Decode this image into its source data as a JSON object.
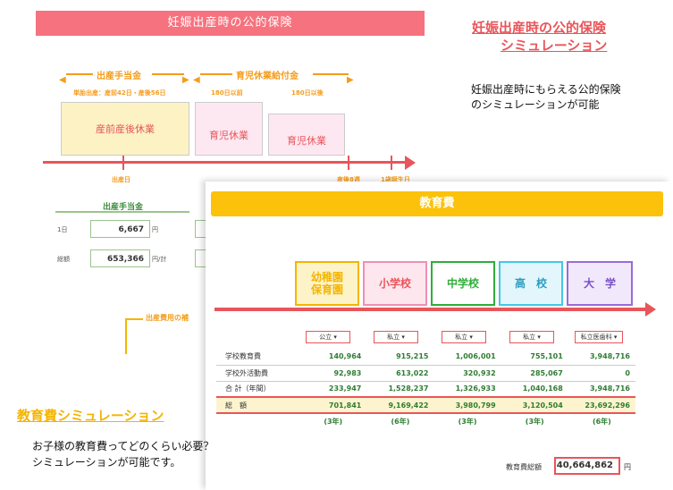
{
  "maternity": {
    "header": "妊娠出産時の公的保険",
    "phase_birth": "出産手当金",
    "phase_childcare": "育児休業給付金",
    "sub_birth": "単胎出産：産前42日・産後56日",
    "sub_180a": "180日以前",
    "sub_180b": "180日以後",
    "box_prepost": "産前産後休業",
    "box_childcare1": "育児休業",
    "box_childcare2": "育児休業",
    "tick_birth": "出産日",
    "tick_8w": "産後8週",
    "tick_1y": "1歳誕生日",
    "calc_title": "出産手当金",
    "calc_rows": [
      {
        "label": "1日",
        "value": "6,667",
        "unit": "円"
      },
      {
        "label": "総額",
        "value": "653,366",
        "unit": "円/計"
      }
    ],
    "callout": "出産費用の補"
  },
  "education": {
    "header": "教育費",
    "stages": [
      "幼稚園\n保育園",
      "小学校",
      "中学校",
      "高　校",
      "大　学"
    ],
    "stage_colors": [
      "#f5b400",
      "#ef8fb5",
      "#2fae3a",
      "#44c8e6",
      "#9a6bd8"
    ],
    "stage_bg": [
      "#fdf3c8",
      "#fde6ee",
      "#ffffff",
      "#e3f6fb",
      "#f1e9fb"
    ],
    "selects": [
      "公立",
      "私立",
      "私立",
      "私立",
      "私立医歯科"
    ],
    "rows": [
      {
        "label": "学校教育費",
        "values": [
          "140,964",
          "915,215",
          "1,006,001",
          "755,101",
          "3,948,716"
        ]
      },
      {
        "label": "学校外活動費",
        "values": [
          "92,983",
          "613,022",
          "320,932",
          "285,067",
          "0"
        ]
      },
      {
        "label": "合 計（年間）",
        "values": [
          "233,947",
          "1,528,237",
          "1,326,933",
          "1,040,168",
          "3,948,716"
        ]
      },
      {
        "label": "総　額",
        "values": [
          "701,841",
          "9,169,422",
          "3,980,799",
          "3,120,504",
          "23,692,296"
        ]
      }
    ],
    "years": [
      "(3年)",
      "(6年)",
      "(3年)",
      "(3年)",
      "(6年)"
    ],
    "total_label": "教育費総額",
    "total_value": "40,664,862",
    "total_unit": "円"
  },
  "annotations": {
    "maternity_title_line1": "妊娠出産時の公的保険",
    "maternity_title_line2": "シミュレーション",
    "maternity_desc_line1": "妊娠出産時にもらえる公的保険",
    "maternity_desc_line2": "のシミュレーションが可能",
    "education_title": "教育費シミュレーション",
    "education_desc_line1": "お子様の教育費ってどのくらい必要？",
    "education_desc_line2": "シミュレーションが可能です。"
  }
}
